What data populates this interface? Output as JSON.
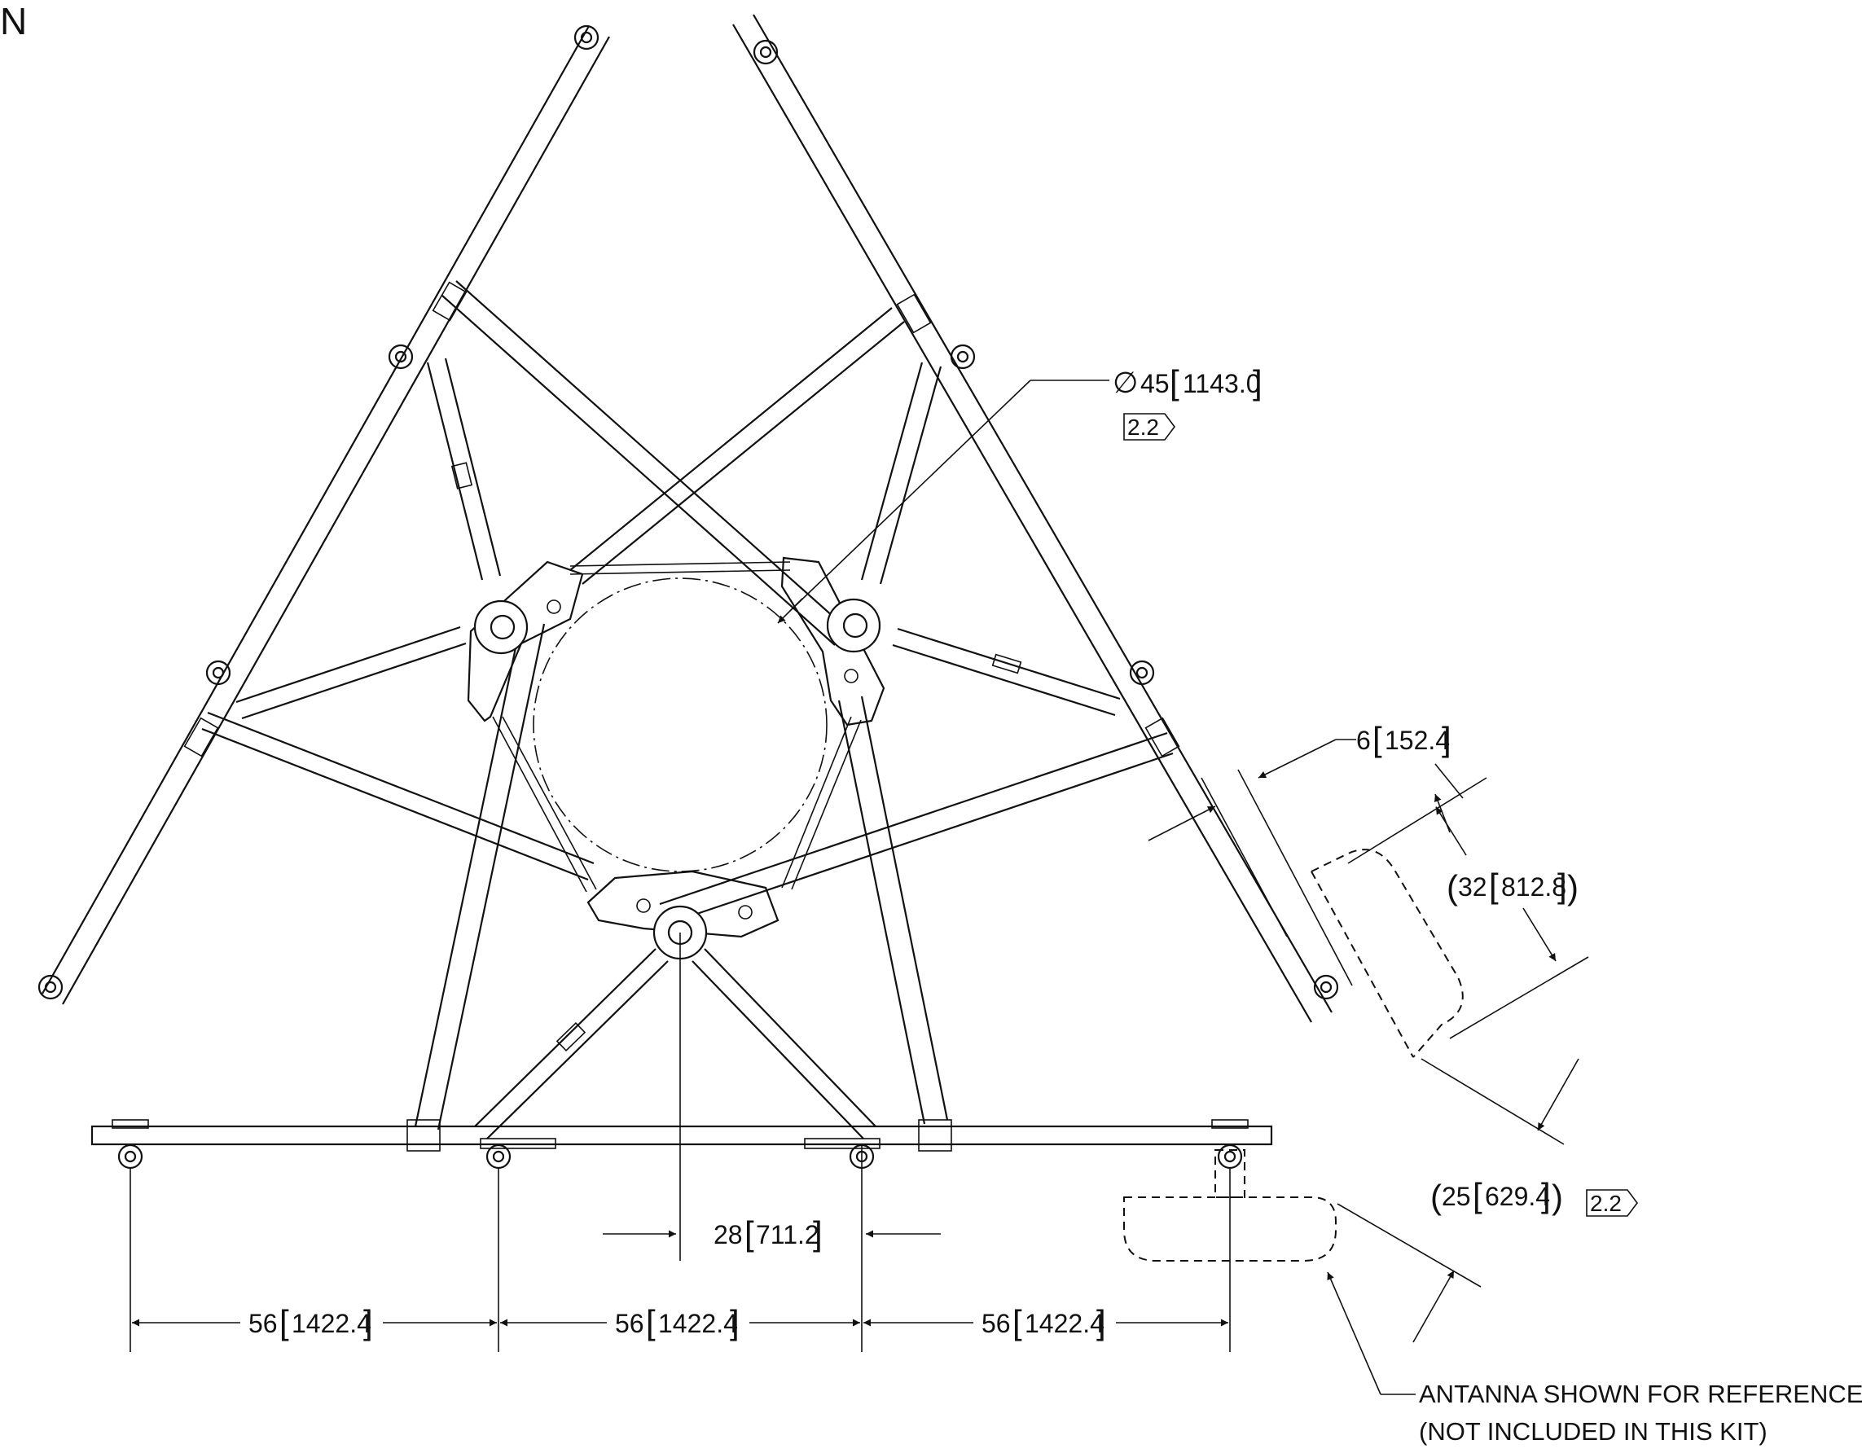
{
  "view_letter": "N",
  "dimensions": {
    "diameter_symbol": "∅",
    "diameter_in": "45",
    "diameter_mm": "1143.0",
    "diameter_note": "2.2",
    "offset_in": "6",
    "offset_mm": "152.4",
    "antenna_height_in": "32",
    "antenna_height_mm": "812.8",
    "antenna_depth_in": "25",
    "antenna_depth_mm": "629.4",
    "antenna_note": "2.2",
    "center_in": "28",
    "center_mm": "711.2",
    "spacing_in": "56",
    "spacing_mm": "1422.4"
  },
  "note": {
    "line1": "ANTANNA SHOWN FOR REFERENCE",
    "line2": "(NOT INCLUDED IN THIS KIT)"
  }
}
